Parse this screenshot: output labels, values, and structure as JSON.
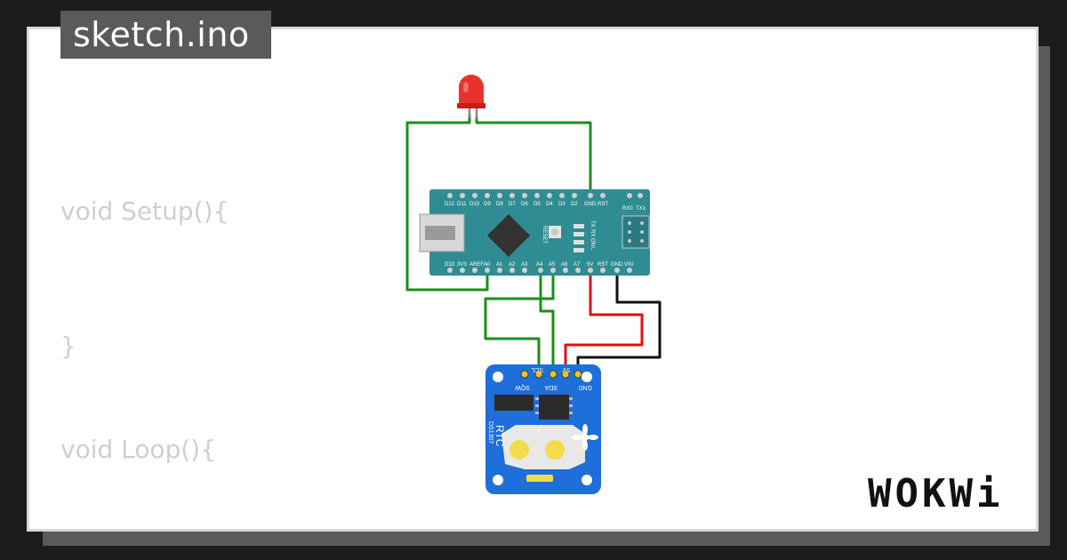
{
  "file_tab": {
    "label": "sketch.ino"
  },
  "code": {
    "lines": [
      {
        "text": "void Setup(){"
      },
      {
        "text": "}"
      },
      {
        "text": "void Loop(){"
      }
    ]
  },
  "brand": {
    "logo_text": "WOKWi"
  },
  "nano": {
    "top_pins": [
      "D12",
      "D11",
      "D10",
      "D9",
      "D8",
      "D7",
      "D6",
      "D5",
      "D4",
      "D3",
      "D2",
      "GND",
      "RST"
    ],
    "bottom_pins": [
      "D13",
      "3V3",
      "AREF",
      "A0",
      "A1",
      "A2",
      "A3",
      "A4",
      "A5",
      "A6",
      "A7",
      "5V",
      "RST",
      "GND",
      "VIN"
    ],
    "rx_label": "RX0",
    "tx_label": "TX1",
    "reset_label": "RESET",
    "led_labels": [
      "TX",
      "RX",
      "ON",
      "L"
    ]
  },
  "rtc": {
    "pin_labels": [
      "SQW",
      "SCL",
      "SDA",
      "5V",
      "GND"
    ],
    "board_label": "RTC",
    "chip_label": "DS1307"
  },
  "colors": {
    "wire_green": "#1a8f1a",
    "wire_red": "#e01010",
    "wire_black": "#111111",
    "nano_board": "#2f8c93",
    "rtc_board": "#1e6fd9",
    "led_red": "#e8322b"
  }
}
